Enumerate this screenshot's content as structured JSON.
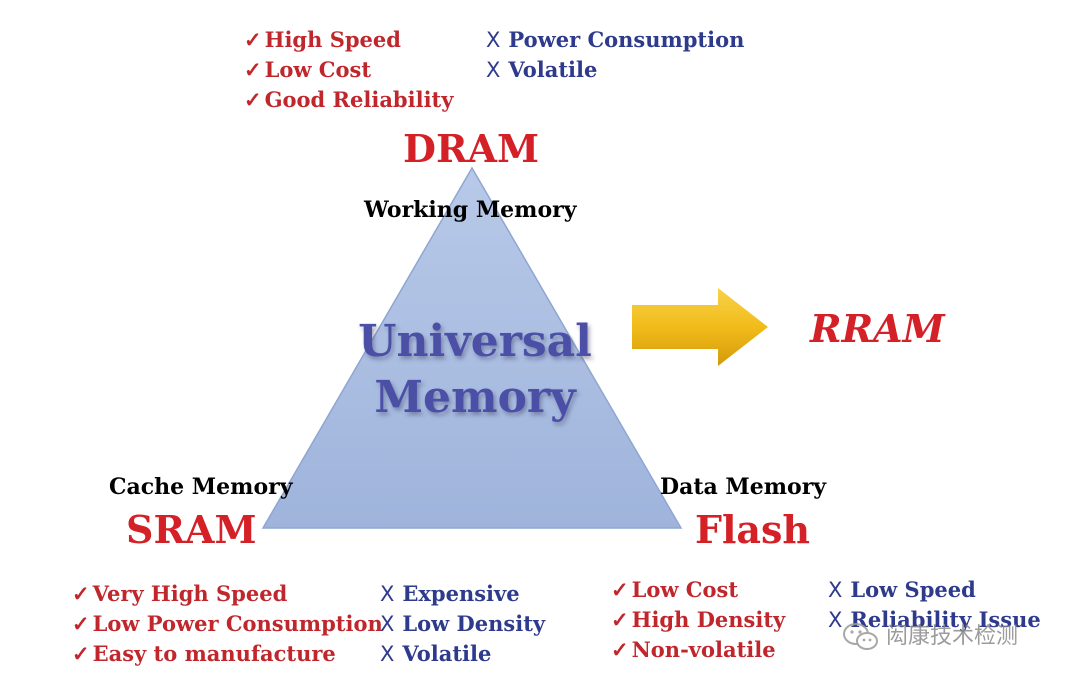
{
  "dram": {
    "name": "DRAM",
    "role": "Working Memory",
    "pros": [
      "High Speed",
      "Low Cost",
      "Good Reliability"
    ],
    "cons": [
      "Power Consumption",
      "Volatile"
    ]
  },
  "sram": {
    "name": "SRAM",
    "role": "Cache Memory",
    "pros": [
      "Very High Speed",
      "Low Power Consumption",
      "Easy to manufacture"
    ],
    "cons": [
      "Expensive",
      "Low Density",
      "Volatile"
    ]
  },
  "flash": {
    "name": "Flash",
    "role": "Data Memory",
    "pros": [
      "Low Cost",
      "High Density",
      "Non-volatile"
    ],
    "cons": [
      "Low Speed",
      "Reliability Issue"
    ]
  },
  "center": {
    "line1": "Universal",
    "line2": "Memory"
  },
  "target": "RRAM",
  "marks": {
    "pro": "✓",
    "con": "X"
  },
  "watermark": "闳康技术检测",
  "colors": {
    "memory_name": "#d42027",
    "pro_text": "#c0272d",
    "con_text": "#2e3a8c",
    "triangle_fill": "#a9bde0",
    "center_text": "#4b4fa6",
    "arrow": "#f1bc1a"
  },
  "icons": {
    "arrow": "right-arrow-icon",
    "watermark": "wechat-icon"
  }
}
